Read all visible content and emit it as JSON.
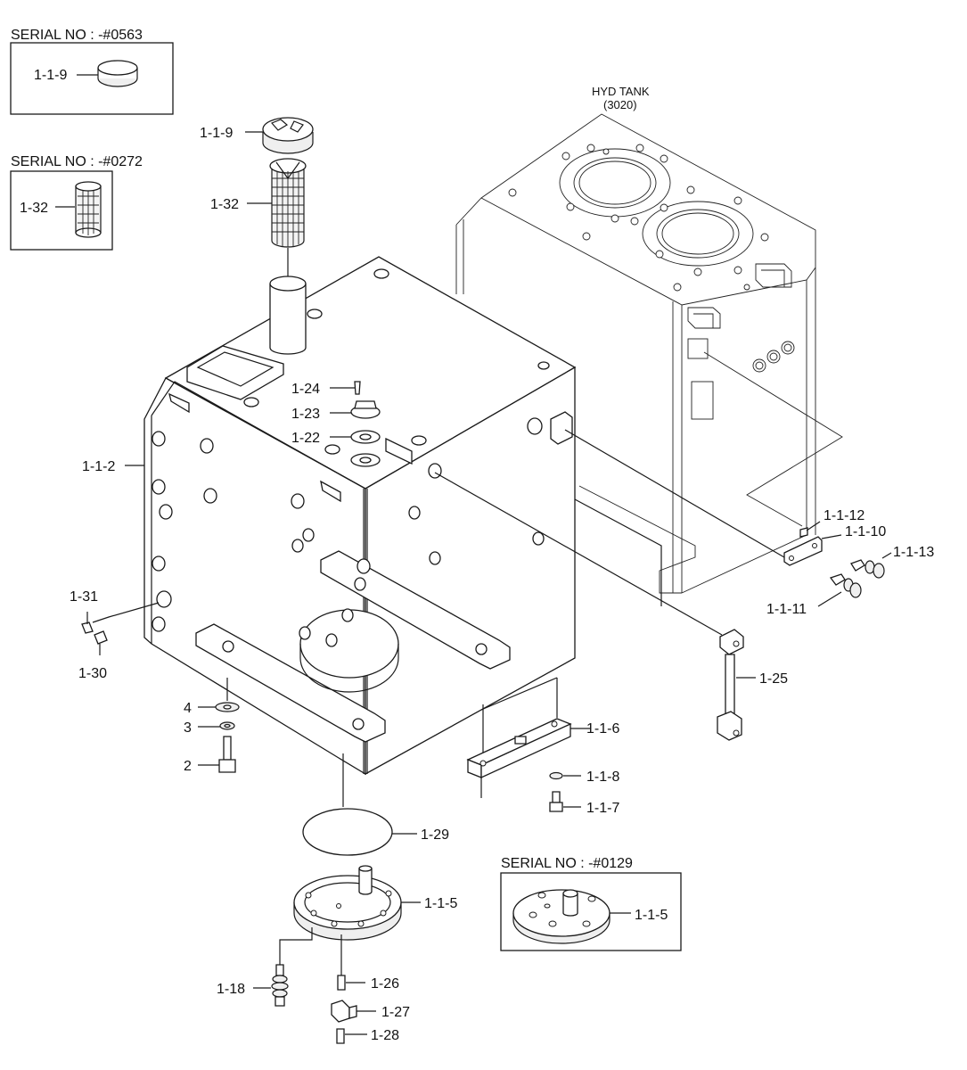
{
  "inset_boxes": {
    "serial_0563": {
      "title": "SERIAL NO : -#0563",
      "label": "1-1-9"
    },
    "serial_0272": {
      "title": "SERIAL NO : -#0272",
      "label": "1-32"
    },
    "serial_0129": {
      "title": "SERIAL NO : -#0129",
      "label": "1-1-5"
    }
  },
  "hyd_tank": {
    "line1": "HYD TANK",
    "line2": "(3020)"
  },
  "callouts": {
    "c_1_1_9": "1-1-9",
    "c_1_32": "1-32",
    "c_1_24": "1-24",
    "c_1_23": "1-23",
    "c_1_22": "1-22",
    "c_1_1_2": "1-1-2",
    "c_1_31": "1-31",
    "c_1_30": "1-30",
    "c_4": "4",
    "c_3": "3",
    "c_2": "2",
    "c_1_29": "1-29",
    "c_1_1_5": "1-1-5",
    "c_1_18": "1-18",
    "c_1_26": "1-26",
    "c_1_27": "1-27",
    "c_1_28": "1-28",
    "c_1_1_6": "1-1-6",
    "c_1_1_8": "1-1-8",
    "c_1_1_7": "1-1-7",
    "c_1_25": "1-25",
    "c_1_1_12": "1-1-12",
    "c_1_1_10": "1-1-10",
    "c_1_1_13": "1-1-13",
    "c_1_1_11": "1-1-11"
  }
}
